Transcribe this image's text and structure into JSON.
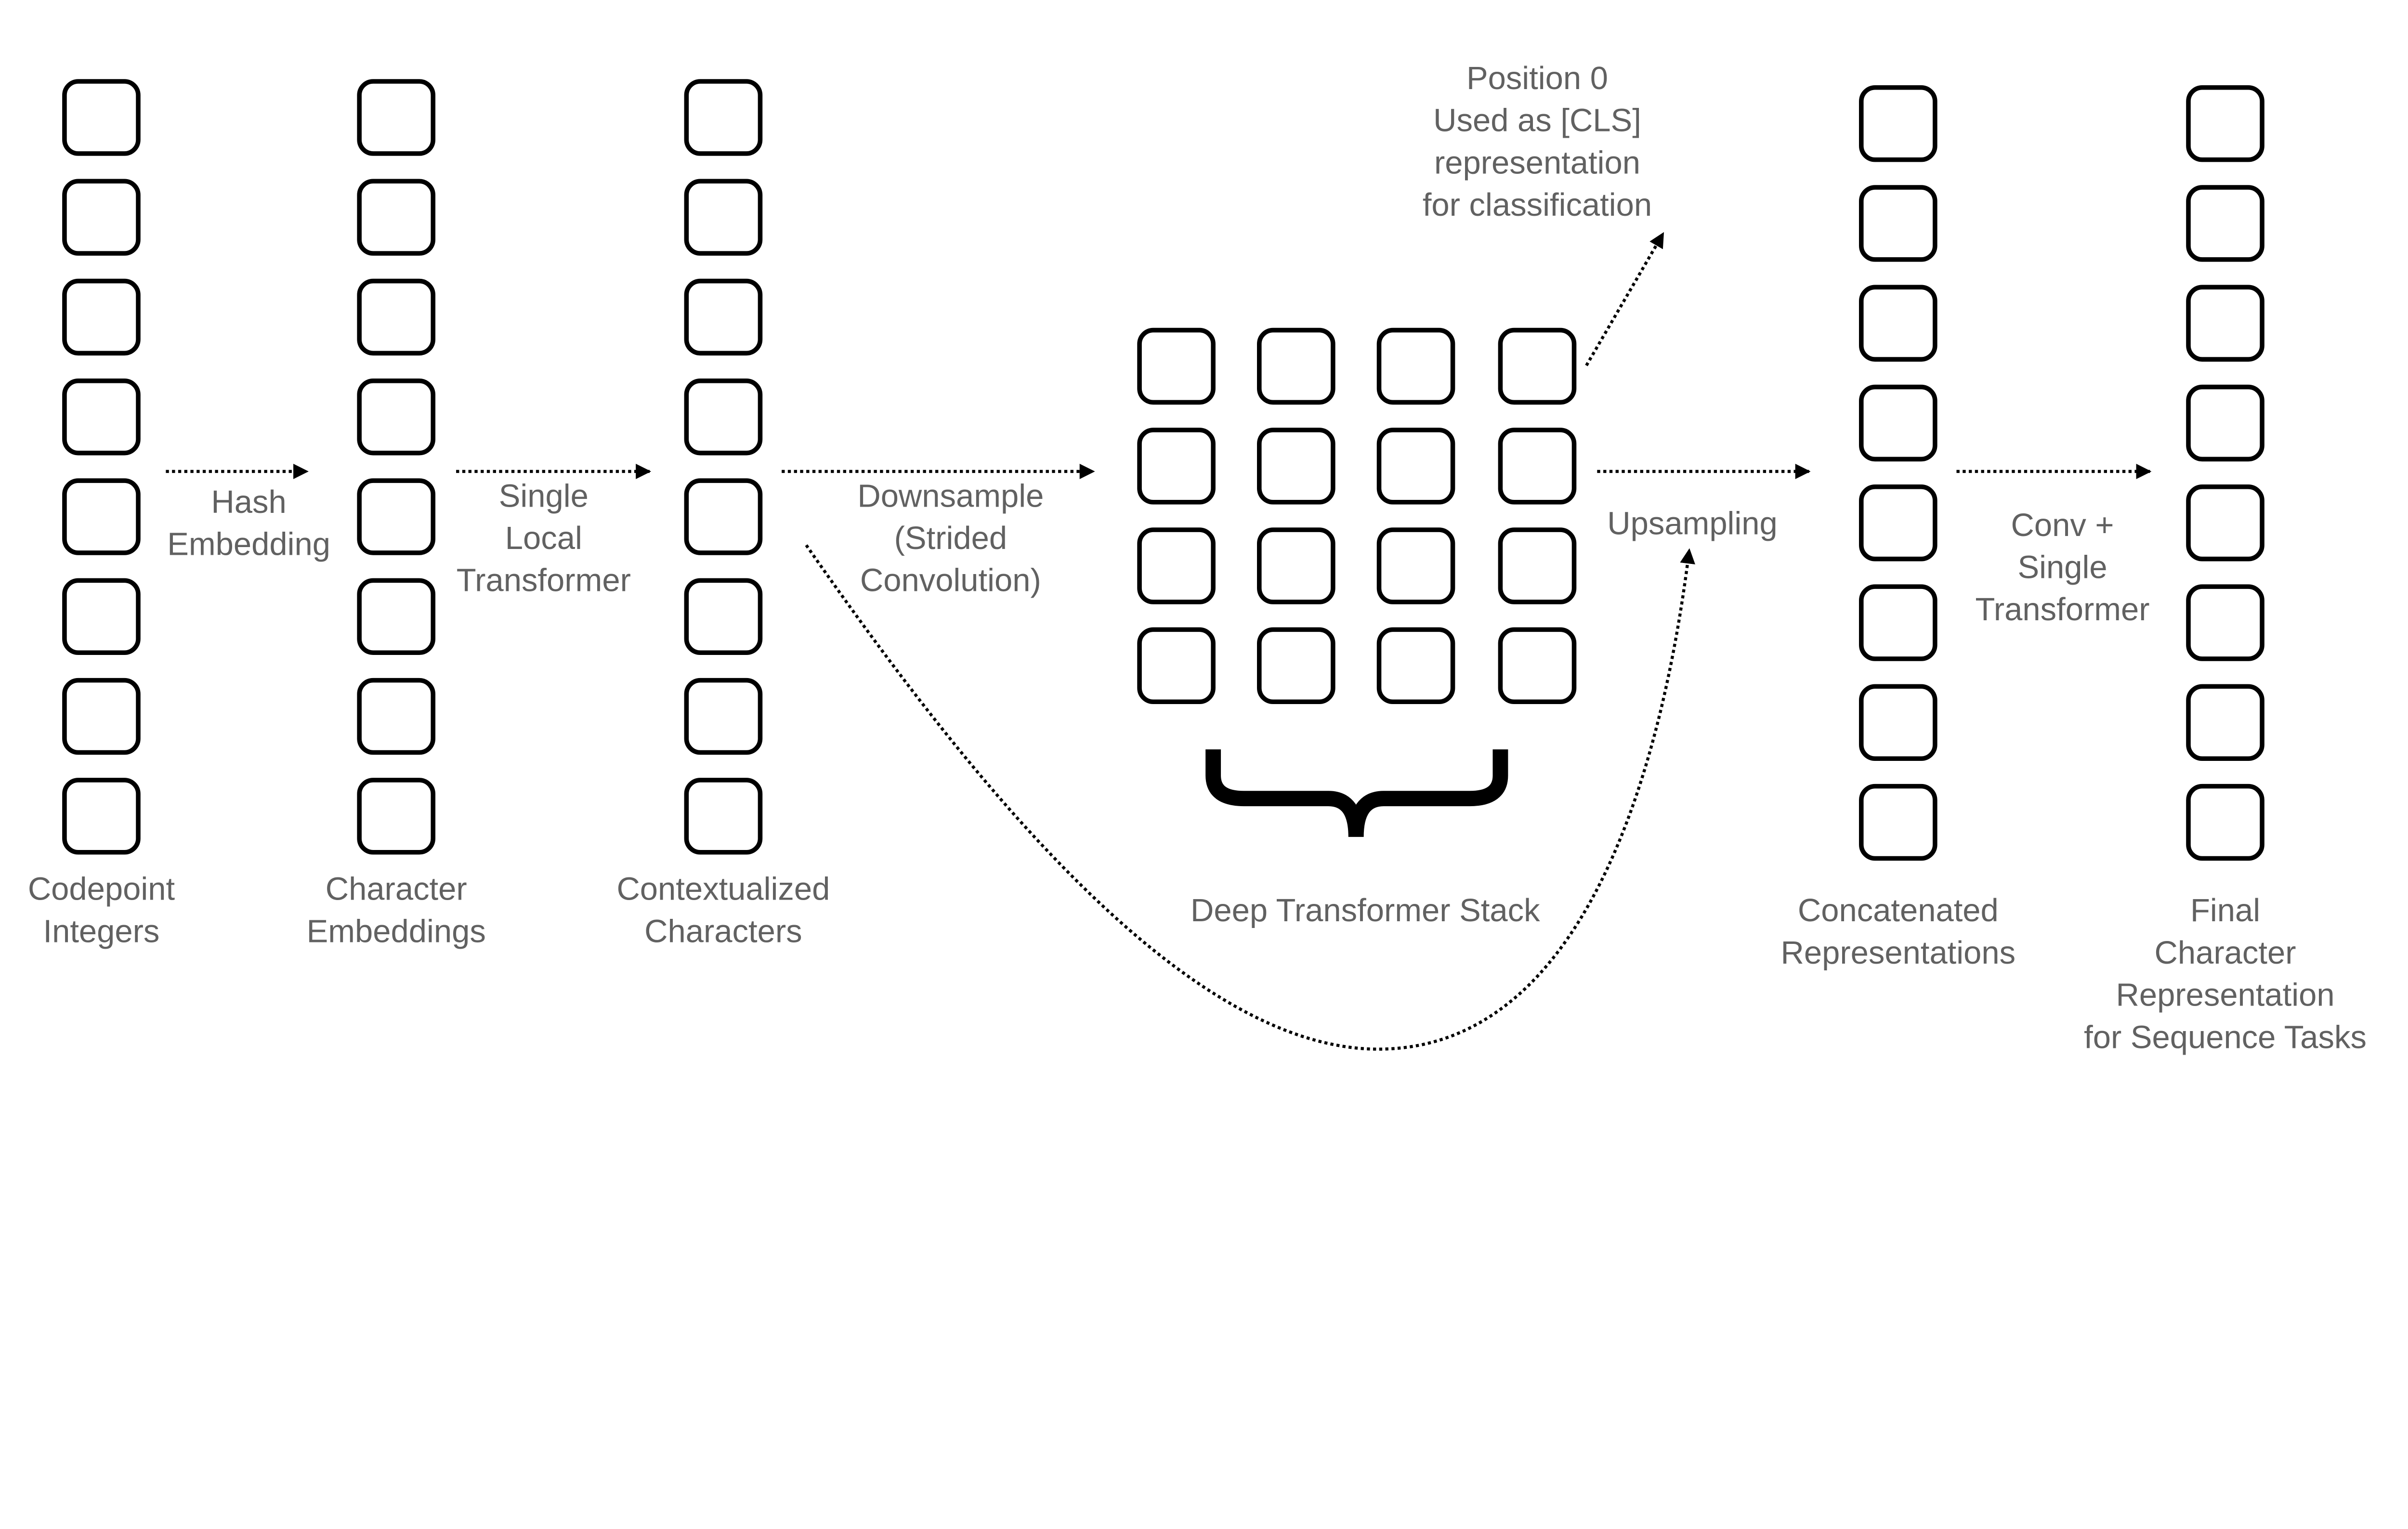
{
  "diagram": {
    "stages": [
      {
        "name": "codepoint-integers",
        "label": [
          "Codepoint",
          "Integers"
        ]
      },
      {
        "name": "character-embeddings",
        "label": [
          "Character",
          "Embeddings"
        ]
      },
      {
        "name": "contextualized-characters",
        "label": [
          "Contextualized",
          "Characters"
        ]
      },
      {
        "name": "deep-transformer-stack",
        "label": [
          "Deep Transformer Stack"
        ]
      },
      {
        "name": "concatenated-representations",
        "label": [
          "Concatenated",
          "Representations"
        ]
      },
      {
        "name": "final-character-representation",
        "label": [
          "Final",
          "Character",
          "Representation",
          "for Sequence Tasks"
        ]
      }
    ],
    "transitions": [
      {
        "name": "hash-embedding",
        "label": [
          "Hash",
          "Embedding"
        ]
      },
      {
        "name": "single-local-transformer",
        "label": [
          "Single",
          "Local",
          "Transformer"
        ]
      },
      {
        "name": "downsample",
        "label": [
          "Downsample",
          "(Strided",
          "Convolution)"
        ]
      },
      {
        "name": "upsampling",
        "label": [
          "Upsampling"
        ]
      },
      {
        "name": "conv-single-transformer",
        "label": [
          "Conv +",
          "Single",
          "Transformer"
        ]
      }
    ],
    "cls_note": [
      "Position 0",
      "Used as [CLS]",
      "representation",
      "for classification"
    ],
    "colors": {
      "text": "#616161",
      "stroke": "#000000",
      "background": "#ffffff"
    }
  }
}
